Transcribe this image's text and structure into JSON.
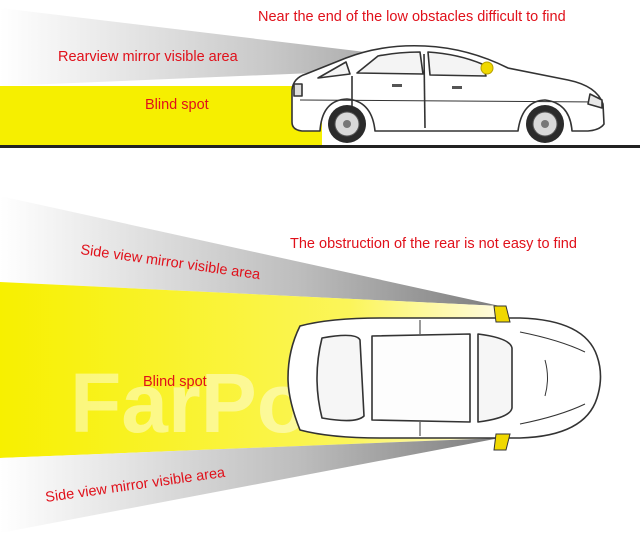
{
  "top": {
    "caption_low_obstacles": "Near the end of the low obstacles difficult to find",
    "label_rearview_area": "Rearview mirror visible area",
    "label_blind_spot": "Blind spot"
  },
  "bottom": {
    "caption_rear_obstruction": "The obstruction of the rear is not easy to find",
    "label_side_area_upper": "Side view mirror visible area",
    "label_blind_spot": "Blind spot",
    "label_side_area_lower": "Side view mirror visible area"
  },
  "watermark": "FarPost",
  "colors": {
    "caption": "#e0101a",
    "blind_spot": "#f6ef00",
    "visible_area": "#9a9a9a",
    "mirror": "#f0d800"
  }
}
